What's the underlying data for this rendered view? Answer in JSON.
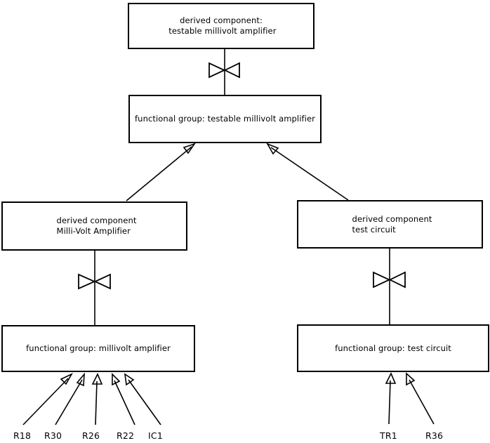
{
  "diagram": {
    "type": "component-refinement-hierarchy",
    "stroke_color": "#000000",
    "background_color": "#ffffff",
    "nodes": [
      {
        "id": "derived-testable-mv-amp",
        "kind": "derived-component",
        "line1": "derived component:",
        "line2": " testable millivolt amplifier"
      },
      {
        "id": "fg-testable-mv-amp",
        "kind": "functional-group",
        "line1": "functional group: testable millivolt amplifier",
        "line2": ""
      },
      {
        "id": "derived-mv-amp",
        "kind": "derived-component",
        "line1": "derived component",
        "line2": "Milli-Volt Amplifier"
      },
      {
        "id": "derived-test-circuit",
        "kind": "derived-component",
        "line1": "derived component",
        "line2": "test circuit"
      },
      {
        "id": "fg-mv-amp",
        "kind": "functional-group",
        "line1": "functional group: millivolt amplifier",
        "line2": ""
      },
      {
        "id": "fg-test-circuit",
        "kind": "functional-group",
        "line1": "functional group: test circuit",
        "line2": ""
      }
    ],
    "leaf_labels": [
      {
        "id": "r18",
        "text": "R18"
      },
      {
        "id": "r30",
        "text": "R30"
      },
      {
        "id": "r26",
        "text": "R26"
      },
      {
        "id": "r22",
        "text": "R22"
      },
      {
        "id": "ic1",
        "text": "IC1"
      },
      {
        "id": "tr1",
        "text": "TR1"
      },
      {
        "id": "r36",
        "text": "R36"
      }
    ],
    "connectors": {
      "bowtie_count": 3,
      "arrow_count": 9
    }
  }
}
